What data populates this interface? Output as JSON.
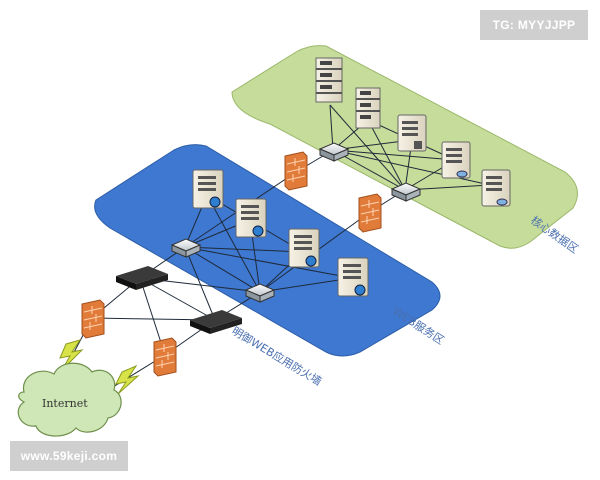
{
  "watermark_top": "TG: MYYJJPP",
  "watermark_bottom": "www.59keji.com",
  "labels": {
    "core_zone": "核心数据区",
    "web_zone": "WEB服务区",
    "waf": "明御WEB应用防火墙",
    "internet": "Internet"
  },
  "colors": {
    "core_zone_fill": "#c6dc9a",
    "web_zone_fill": "#3f78d0",
    "firewall": "#e07b39",
    "cloud_fill": "#cfe7b6",
    "lightning": "#d8e34a"
  }
}
